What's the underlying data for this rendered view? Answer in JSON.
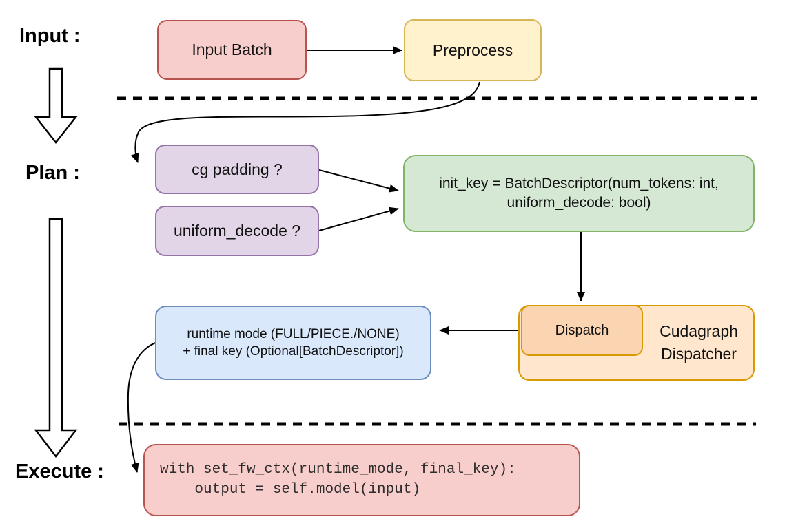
{
  "labels": {
    "input": "Input :",
    "plan": "Plan :",
    "execute": "Execute :"
  },
  "nodes": {
    "input_batch": {
      "label": "Input Batch",
      "fill": "#F8CECC",
      "stroke": "#B85450"
    },
    "preprocess": {
      "label": "Preprocess",
      "fill": "#FFF2CC",
      "stroke": "#D6B656"
    },
    "cg_padding": {
      "label": "cg padding ?",
      "fill": "#E1D5E7",
      "stroke": "#9673A6"
    },
    "uniform_decode": {
      "label": "uniform_decode ?",
      "fill": "#E1D5E7",
      "stroke": "#9673A6"
    },
    "init_key": {
      "line1": "init_key = BatchDescriptor(num_tokens: int,",
      "line2": "uniform_decode: bool)",
      "fill": "#D5E8D4",
      "stroke": "#82B366"
    },
    "dispatch": {
      "label": "Dispatch",
      "fill": "#FBD5B1",
      "stroke": "#D79B00"
    },
    "cudagraph_dispatcher": {
      "line1": "Cudagraph",
      "line2": "Dispatcher",
      "fill": "#FFE6CC",
      "stroke": "#D79B00"
    },
    "runtime_result": {
      "line1": "runtime mode (FULL/PIECE./NONE)",
      "line2": "+ final key (Optional[BatchDescriptor])",
      "fill": "#DAE8FC",
      "stroke": "#6C8EBF"
    },
    "execute_code": {
      "line1": "with set_fw_ctx(runtime_mode, final_key):",
      "line2": "    output = self.model(input)",
      "fill": "#F8CECC",
      "stroke": "#B85450"
    }
  },
  "connector_color": "#000000",
  "background": "#FFFFFF"
}
